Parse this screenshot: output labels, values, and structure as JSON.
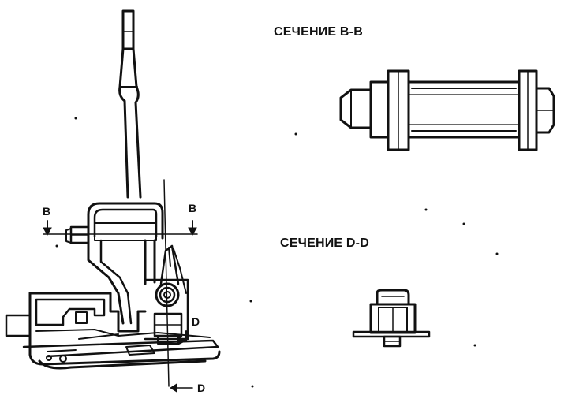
{
  "labels": {
    "section_bb_title": "СЕЧЕНИЕ В-В",
    "section_dd_title": "СЕЧЕНИЕ D-D",
    "mark_b_left": "В",
    "mark_b_right": "В",
    "mark_d_upper": "D",
    "mark_d_lower": "D"
  }
}
